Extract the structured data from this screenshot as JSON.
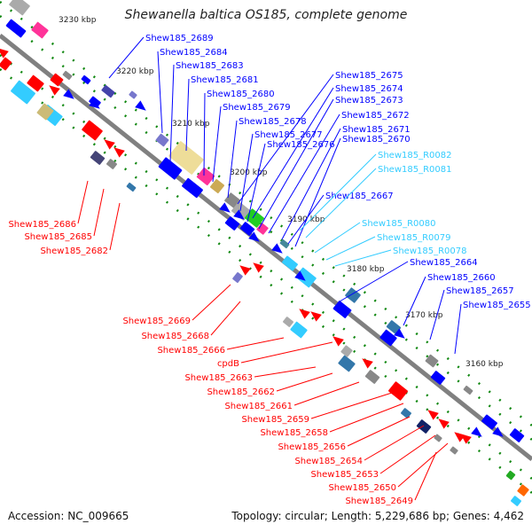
{
  "title": "Shewanella baltica OS185, complete genome",
  "footer": {
    "accession": "Accession: NC_009665",
    "topology": "Topology: circular; Length: 5,229,686 bp; Genes: 4,462"
  },
  "colors": {
    "forward_strand": "#0000ff",
    "reverse_strand": "#ff0000",
    "rna": "#33ccff",
    "backbone": "#808080",
    "tick": "#118811"
  },
  "scale_labels": [
    "3230 kbp",
    "3220 kbp",
    "3210 kbp",
    "3200 kbp",
    "3190 kbp",
    "3180 kbp",
    "3170 kbp",
    "3160 kbp"
  ],
  "forward_genes": [
    "Shew185_2689",
    "Shew185_2684",
    "Shew185_2683",
    "Shew185_2681",
    "Shew185_2680",
    "Shew185_2679",
    "Shew185_2678",
    "Shew185_2677",
    "Shew185_2676",
    "Shew185_2675",
    "Shew185_2674",
    "Shew185_2673",
    "Shew185_2672",
    "Shew185_2671",
    "Shew185_2670",
    "Shew185_2667",
    "Shew185_2664",
    "Shew185_2660",
    "Shew185_2657",
    "Shew185_2655"
  ],
  "rna_genes": [
    "Shew185_R0082",
    "Shew185_R0081",
    "Shew185_R0080",
    "Shew185_R0079",
    "Shew185_R0078"
  ],
  "reverse_genes": [
    "Shew185_2686",
    "Shew185_2685",
    "Shew185_2682",
    "Shew185_2669",
    "Shew185_2668",
    "Shew185_2666",
    "cpdB",
    "Shew185_2663",
    "Shew185_2662",
    "Shew185_2661",
    "Shew185_2659",
    "Shew185_2658",
    "Shew185_2656",
    "Shew185_2654",
    "Shew185_2653",
    "Shew185_2650",
    "Shew185_2649"
  ]
}
